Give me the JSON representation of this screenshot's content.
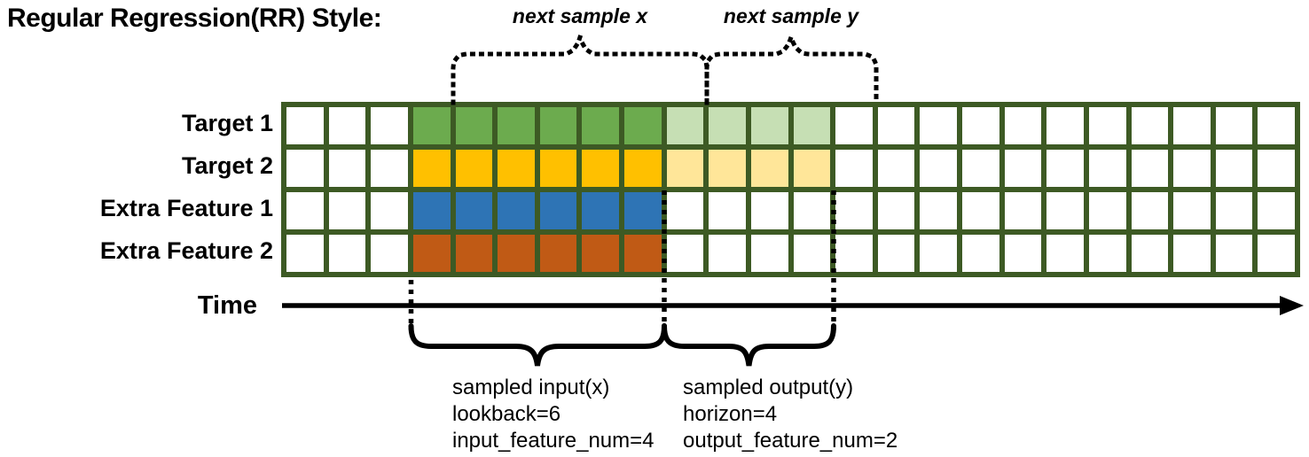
{
  "title": "Regular Regression(RR) Style:",
  "colors": {
    "grid_line": "#3d5a24",
    "white": "#ffffff",
    "green": "#6cab4e",
    "light_green": "#c6dfb4",
    "gold": "#ffc000",
    "light_gold": "#ffe699",
    "blue": "#2e74b5",
    "orange": "#c05a15",
    "ink": "#000000"
  },
  "top_annotations": {
    "next_sample_x": "next sample x",
    "next_sample_y": "next sample y"
  },
  "grid": {
    "columns": 24,
    "rows": [
      {
        "label": "Target 1",
        "segments": [
          {
            "count": 3,
            "color": "white"
          },
          {
            "count": 6,
            "color": "green"
          },
          {
            "count": 4,
            "color": "light_green"
          },
          {
            "count": 11,
            "color": "white"
          }
        ]
      },
      {
        "label": "Target 2",
        "segments": [
          {
            "count": 3,
            "color": "white"
          },
          {
            "count": 6,
            "color": "gold"
          },
          {
            "count": 4,
            "color": "light_gold"
          },
          {
            "count": 11,
            "color": "white"
          }
        ]
      },
      {
        "label": "Extra Feature 1",
        "segments": [
          {
            "count": 3,
            "color": "white"
          },
          {
            "count": 6,
            "color": "blue"
          },
          {
            "count": 15,
            "color": "white"
          }
        ]
      },
      {
        "label": "Extra Feature 2",
        "segments": [
          {
            "count": 3,
            "color": "white"
          },
          {
            "count": 6,
            "color": "orange"
          },
          {
            "count": 15,
            "color": "white"
          }
        ]
      }
    ]
  },
  "time_axis": {
    "label": "Time"
  },
  "bottom_annotations": {
    "input": [
      "sampled input(x)",
      "lookback=6",
      "input_feature_num=4"
    ],
    "output": [
      "sampled output(y)",
      "horizon=4",
      "output_feature_num=2"
    ]
  },
  "sampling": {
    "lookback": 6,
    "horizon": 4,
    "input_feature_num": 4,
    "output_feature_num": 2
  }
}
